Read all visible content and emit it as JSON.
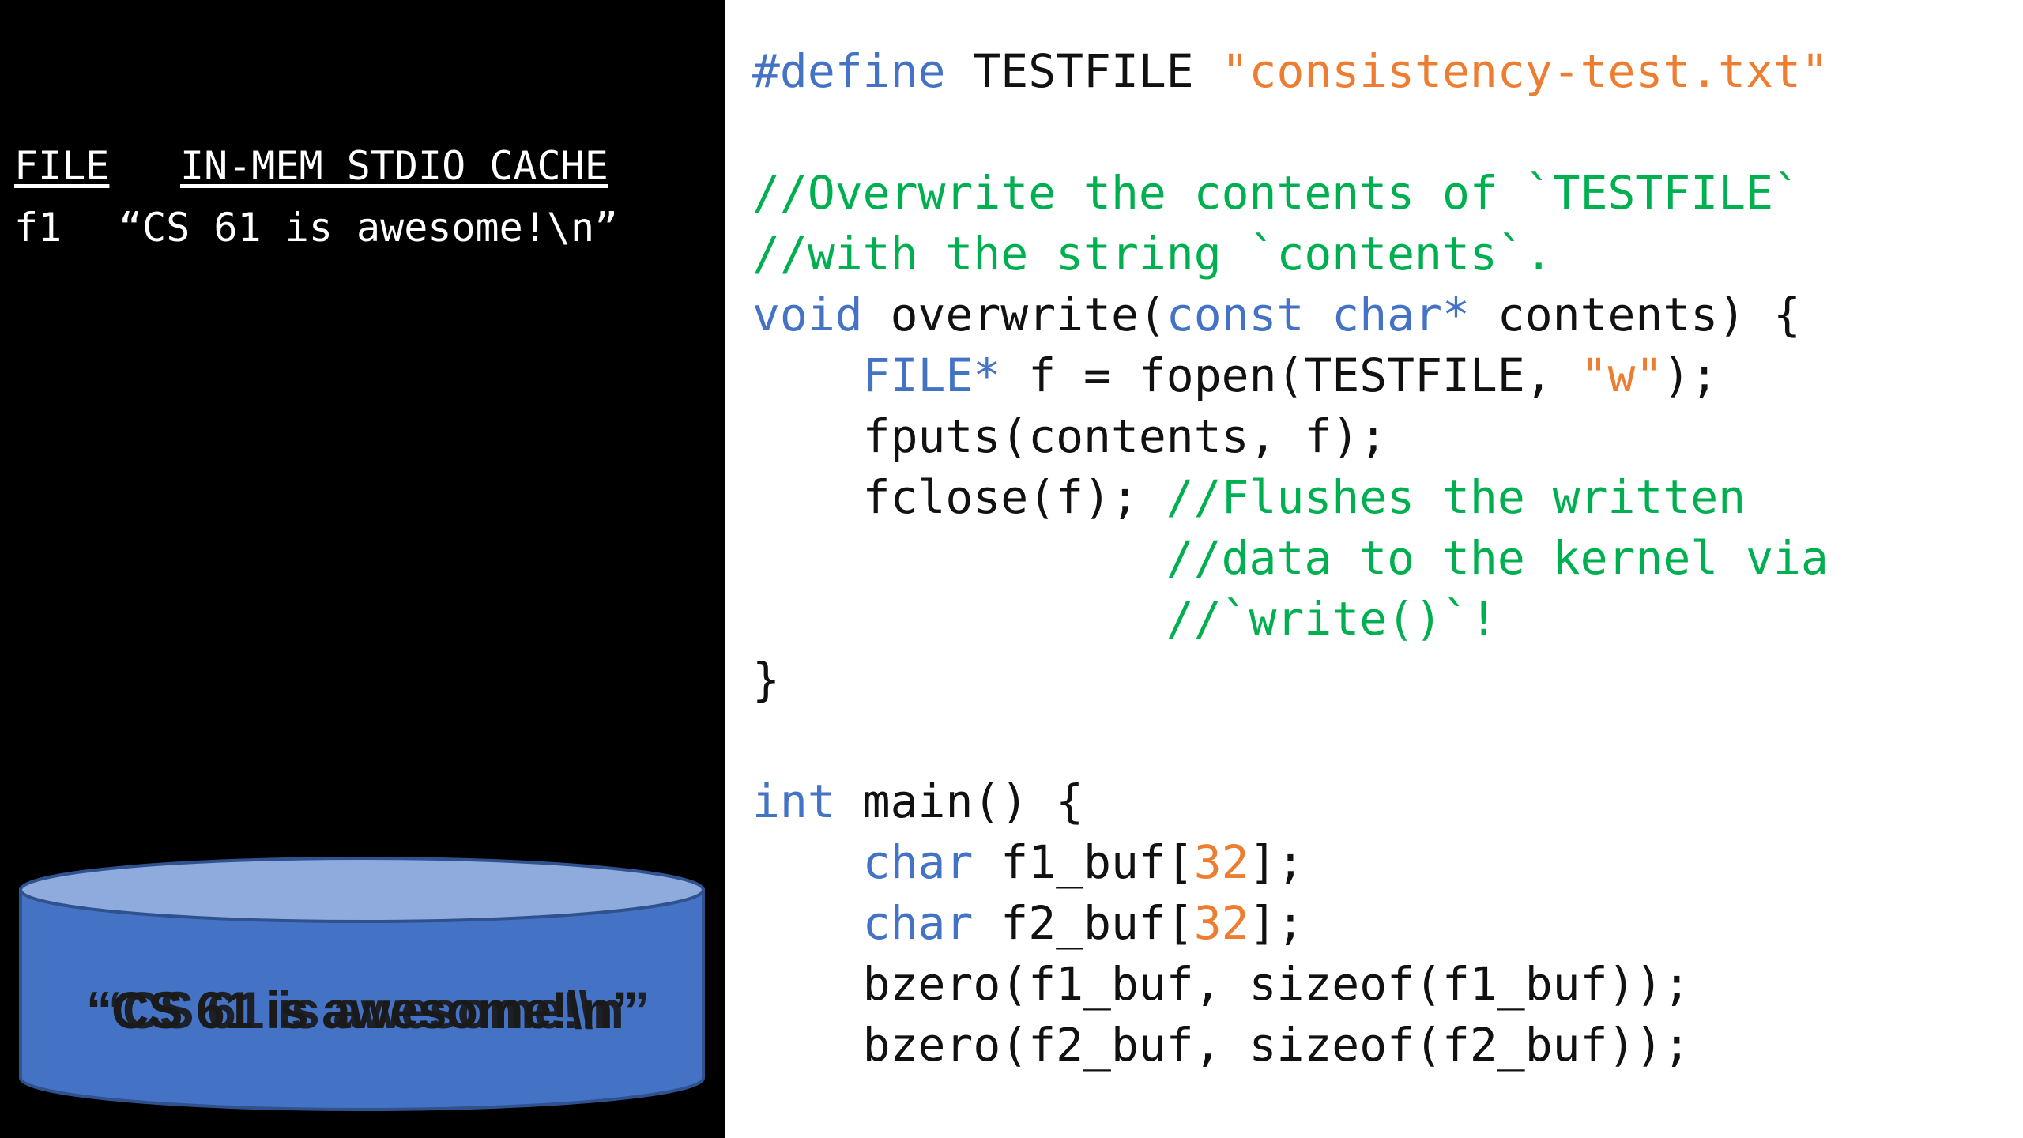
{
  "cache_panel": {
    "headers": {
      "file": "FILE",
      "cache": "IN-MEM STDIO CACHE"
    },
    "row": {
      "file": "f1",
      "contents": "“CS 61 is awesome!\\n”"
    }
  },
  "disk": {
    "overlapping_texts": [
      "“CS 61 is awesome!\\n”",
      "“CS 61 is awesome!\\n”"
    ]
  },
  "code": {
    "lines": [
      [
        {
          "t": "#define",
          "c": "keyword"
        },
        {
          "t": " TESTFILE ",
          "c": "plain"
        },
        {
          "t": "\"consistency-test.txt\"",
          "c": "string"
        }
      ],
      [],
      [
        {
          "t": "//Overwrite the contents of `TESTFILE`",
          "c": "comment"
        }
      ],
      [
        {
          "t": "//with the string `contents`.",
          "c": "comment"
        }
      ],
      [
        {
          "t": "void",
          "c": "keyword"
        },
        {
          "t": " overwrite(",
          "c": "plain"
        },
        {
          "t": "const char*",
          "c": "keyword"
        },
        {
          "t": " contents) {",
          "c": "plain"
        }
      ],
      [
        {
          "t": "    ",
          "c": "plain"
        },
        {
          "t": "FILE*",
          "c": "keyword"
        },
        {
          "t": " f = fopen(TESTFILE, ",
          "c": "plain"
        },
        {
          "t": "\"w\"",
          "c": "string"
        },
        {
          "t": ");",
          "c": "plain"
        }
      ],
      [
        {
          "t": "    fputs(contents, f);",
          "c": "plain"
        }
      ],
      [
        {
          "t": "    fclose(f); ",
          "c": "plain"
        },
        {
          "t": "//Flushes the written",
          "c": "comment"
        }
      ],
      [
        {
          "t": "               ",
          "c": "plain"
        },
        {
          "t": "//data to the kernel via",
          "c": "comment"
        }
      ],
      [
        {
          "t": "               ",
          "c": "plain"
        },
        {
          "t": "//`write()`!",
          "c": "comment"
        }
      ],
      [
        {
          "t": "}",
          "c": "plain"
        }
      ],
      [],
      [
        {
          "t": "int",
          "c": "keyword"
        },
        {
          "t": " main() {",
          "c": "plain"
        }
      ],
      [
        {
          "t": "    ",
          "c": "plain"
        },
        {
          "t": "char",
          "c": "keyword"
        },
        {
          "t": " f1_buf[",
          "c": "plain"
        },
        {
          "t": "32",
          "c": "number"
        },
        {
          "t": "];",
          "c": "plain"
        }
      ],
      [
        {
          "t": "    ",
          "c": "plain"
        },
        {
          "t": "char",
          "c": "keyword"
        },
        {
          "t": " f2_buf[",
          "c": "plain"
        },
        {
          "t": "32",
          "c": "number"
        },
        {
          "t": "];",
          "c": "plain"
        }
      ],
      [
        {
          "t": "    bzero(f1_buf, sizeof(f1_buf));",
          "c": "plain"
        }
      ],
      [
        {
          "t": "    bzero(f2_buf, sizeof(f2_buf));",
          "c": "plain"
        }
      ]
    ]
  },
  "colors": {
    "keyword": "#4472c4",
    "string": "#ed7d31",
    "comment": "#00b050",
    "disk_body": "#4472c4",
    "disk_top": "#8faadc"
  }
}
